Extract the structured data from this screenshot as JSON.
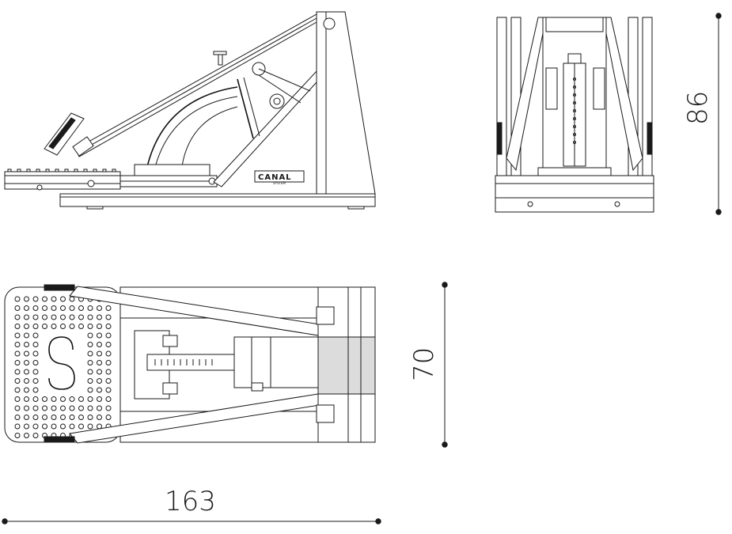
{
  "views": {
    "side": {
      "brand_logo": "CANAL",
      "brand_sub": "SYSTEM"
    },
    "top": {},
    "front": {}
  },
  "dimensions": {
    "height": {
      "label": "86"
    },
    "width": {
      "label": "70"
    },
    "length": {
      "label": "163"
    }
  }
}
